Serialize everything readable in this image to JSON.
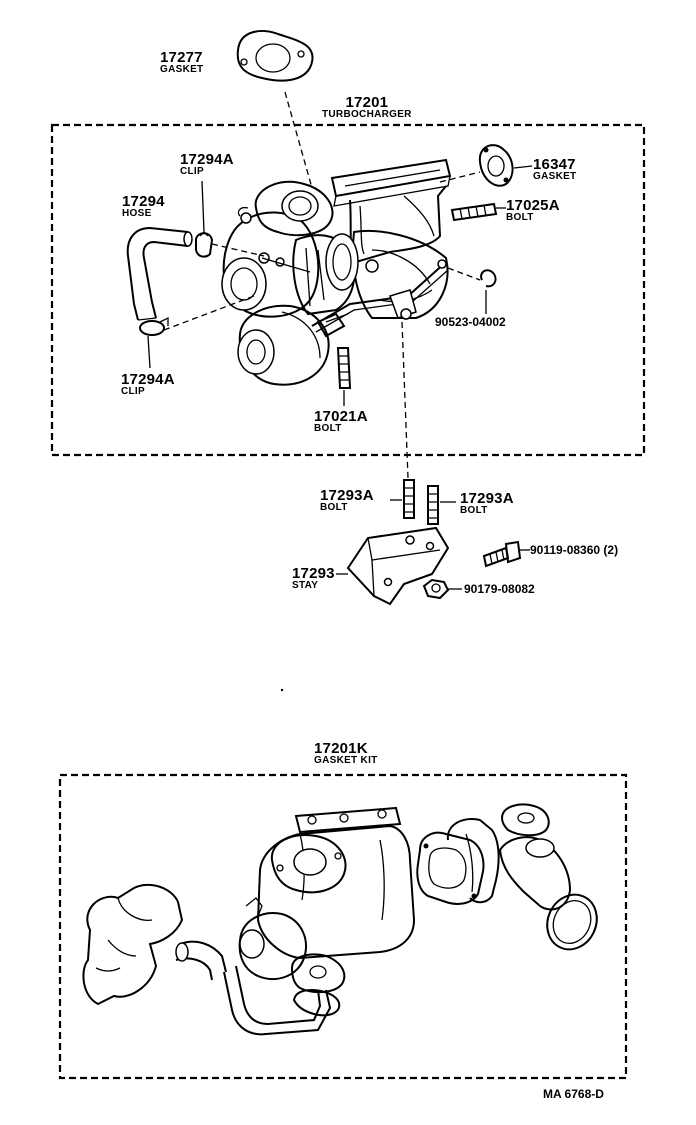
{
  "parts": [
    {
      "id": "p17277",
      "number": "17277",
      "desc": "GASKET"
    },
    {
      "id": "p17201",
      "number": "17201",
      "desc": "TURBOCHARGER"
    },
    {
      "id": "p17294A_top",
      "number": "17294A",
      "desc": "CLIP"
    },
    {
      "id": "p16347",
      "number": "16347",
      "desc": "GASKET"
    },
    {
      "id": "p17294",
      "number": "17294",
      "desc": "HOSE"
    },
    {
      "id": "p17025A",
      "number": "17025A",
      "desc": "BOLT"
    },
    {
      "id": "p90523",
      "number": "90523-04002",
      "desc": ""
    },
    {
      "id": "p17294A_bot",
      "number": "17294A",
      "desc": "CLIP"
    },
    {
      "id": "p17021A",
      "number": "17021A",
      "desc": "BOLT"
    },
    {
      "id": "p17293A_l",
      "number": "17293A",
      "desc": "BOLT"
    },
    {
      "id": "p17293A_r",
      "number": "17293A",
      "desc": "BOLT"
    },
    {
      "id": "p90119",
      "number": "90119-08360 (2)",
      "desc": ""
    },
    {
      "id": "p17293",
      "number": "17293",
      "desc": "STAY"
    },
    {
      "id": "p90179",
      "number": "90179-08082",
      "desc": ""
    },
    {
      "id": "p17201K",
      "number": "17201K",
      "desc": "GASKET KIT"
    }
  ],
  "reference": "MA  6768-D"
}
